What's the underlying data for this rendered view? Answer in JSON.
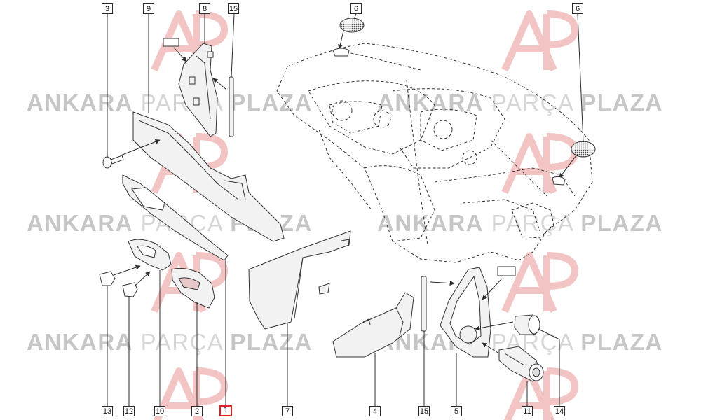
{
  "watermark": {
    "word1": "ANKARA",
    "word2": "PARÇA",
    "word3": "PLAZA",
    "logo_color": "#f3b9b9"
  },
  "callouts": {
    "c3": "3",
    "c9": "9",
    "c8": "8",
    "c15_top": "15",
    "c6_left": "6",
    "c6_right": "6",
    "c13": "13",
    "c12": "12",
    "c10": "10",
    "c2": "2",
    "c1": "1",
    "c7": "7",
    "c4": "4",
    "c15_bottom": "15",
    "c5": "5",
    "c11": "11",
    "c14": "14"
  },
  "colors": {
    "line": "#2b2b2b",
    "highlight": "#e0231b",
    "part_fill": "#f2f2f2"
  }
}
